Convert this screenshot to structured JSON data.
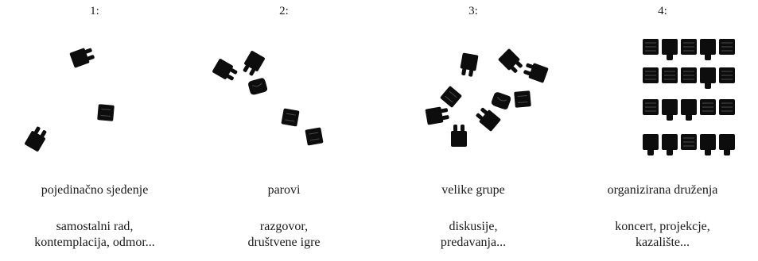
{
  "panels": [
    {
      "number": "1:",
      "label": "pojedinačno sjedenje",
      "description": [
        "samostalni rad,",
        "kontemplacija, odmor..."
      ],
      "icons": [
        "person-on-chair-icon",
        "empty-chair-icon",
        "person-on-chair-icon"
      ]
    },
    {
      "number": "2:",
      "label": "parovi",
      "description": [
        "razgovor,",
        "društvene igre"
      ],
      "icons": [
        "person-on-chair-icon",
        "person-on-chair-icon",
        "armchair-icon",
        "empty-chair-icon",
        "empty-chair-icon"
      ]
    },
    {
      "number": "3:",
      "label": "velike grupe",
      "description": [
        "diskusije,",
        "predavanja..."
      ],
      "icons": [
        "person-on-chair-icon",
        "person-on-chair-icon",
        "person-on-chair-icon",
        "empty-chair-icon",
        "armchair-icon",
        "empty-chair-icon",
        "person-on-chair-icon",
        "person-on-chair-icon",
        "person-on-chair-icon"
      ]
    },
    {
      "number": "4:",
      "label": "organizirana druženja",
      "description": [
        "koncert, projekcje,",
        "kazalište..."
      ],
      "rows": [
        [
          "empty",
          "person",
          "empty",
          "person",
          "empty"
        ],
        [
          "empty",
          "empty",
          "empty",
          "person",
          "empty"
        ],
        [
          "empty",
          "person",
          "person",
          "empty",
          "empty"
        ],
        [
          "person",
          "person",
          "empty",
          "person",
          "person"
        ]
      ]
    }
  ]
}
